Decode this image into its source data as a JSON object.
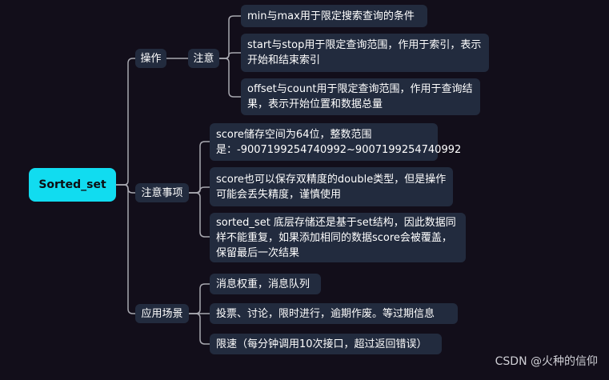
{
  "root": "Sorted_set",
  "branches": [
    {
      "label": "操作",
      "children": [
        {
          "label": "注意",
          "leaves": [
            "min与max用于限定搜索查询的条件",
            "start与stop用于限定查询范围，作用于索引，表示开始和结束索引",
            "offset与count用于限定查询范围，作用于查询结果，表示开始位置和数据总量"
          ]
        }
      ]
    },
    {
      "label": "注意事项",
      "leaves": [
        "score储存空间为64位，整数范围是：-9007199254740992~9007199254740992",
        "score也可以保存双精度的double类型，但是操作可能会丢失精度，谨慎使用",
        "sorted_set 底层存储还是基于set结构，因此数据同样不能重复，如果添加相同的数据score会被覆盖，保留最后一次结果"
      ]
    },
    {
      "label": "应用场景",
      "leaves": [
        "消息权重，消息队列",
        "投票、讨论，限时进行，逾期作废。等过期信息",
        "限速（每分钟调用10次接口，超过返回错误）"
      ]
    }
  ],
  "watermark": "CSDN @火种的信仰"
}
